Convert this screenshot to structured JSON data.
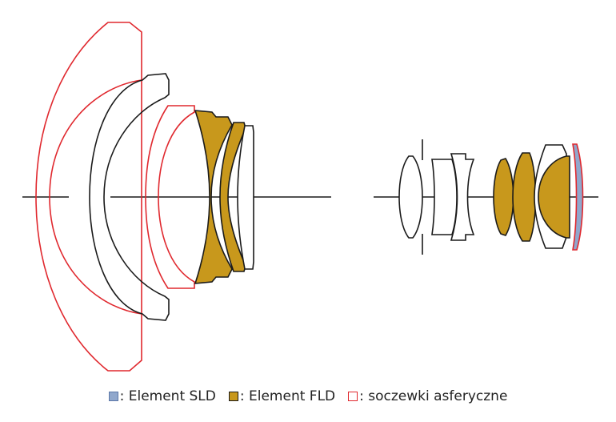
{
  "legend": {
    "items": [
      {
        "label": ": Element SLD",
        "swatch": "sld"
      },
      {
        "label": ": Element FLD",
        "swatch": "fld"
      },
      {
        "label": ": soczewki asferyczne",
        "swatch": "asph"
      }
    ]
  },
  "colors": {
    "sld_fill": "#90A7CC",
    "sld_stroke": "#5C78A8",
    "fld_fill": "#C8981C",
    "fld_stroke": "#1A1A1A",
    "asph_stroke": "#E0282E",
    "outline": "#1A1A1A",
    "background": "#FFFFFF"
  }
}
